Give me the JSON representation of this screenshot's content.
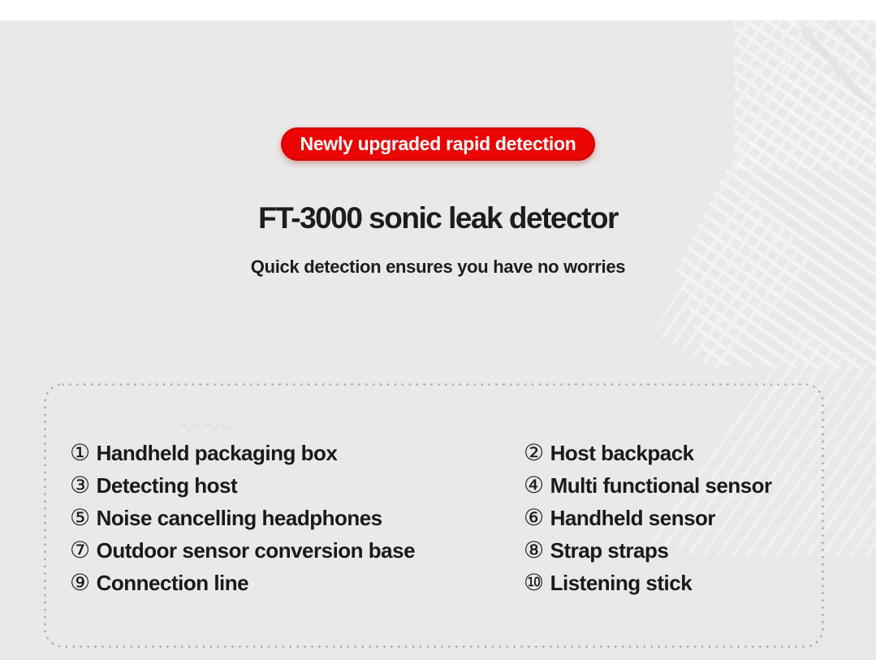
{
  "badge": {
    "label": "Newly upgraded rapid detection"
  },
  "title": "FT-3000 sonic leak detector",
  "subtitle": "Quick detection ensures you have no worries",
  "parts": {
    "items": [
      {
        "num": "①",
        "label": "Handheld packaging box"
      },
      {
        "num": "②",
        "label": "Host backpack"
      },
      {
        "num": "③",
        "label": "Detecting host"
      },
      {
        "num": "④",
        "label": "Multi functional sensor"
      },
      {
        "num": "⑤",
        "label": "Noise cancelling headphones"
      },
      {
        "num": "⑥",
        "label": "Handheld sensor"
      },
      {
        "num": "⑦",
        "label": "Outdoor sensor conversion base"
      },
      {
        "num": "⑧",
        "label": "Strap straps"
      },
      {
        "num": "⑨",
        "label": "Connection line"
      },
      {
        "num": "⑩",
        "label": "Listening stick"
      }
    ]
  },
  "colors": {
    "accent_red": "#ea0404",
    "background_gray": "#e9e9e9",
    "top_strip_white": "#ffffff",
    "text_black": "#1a1a1a",
    "dotted_border_gray": "#a8a8a8",
    "palm_light": "#f5f5f5"
  }
}
